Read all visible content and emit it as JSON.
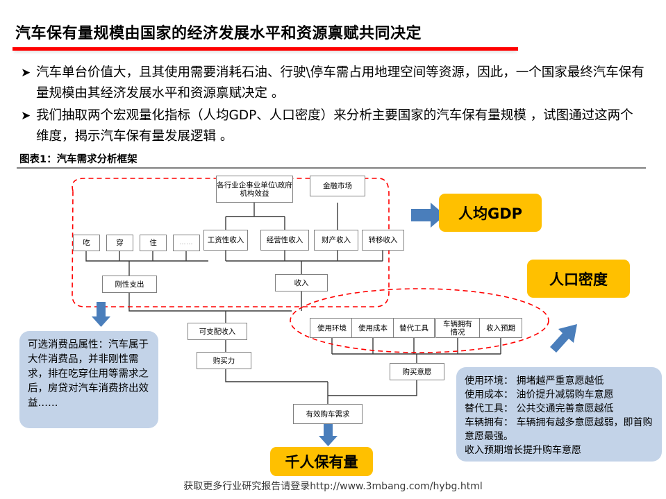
{
  "slide": {
    "title": "汽车保有量规模由国家的经济发展水平和资源禀赋共同决定",
    "bullets": [
      {
        "marker": "➤",
        "text": "汽车单台价值大，且其使用需要消耗石油、行驶\\停车需占用地理空间等资源，因此，一个国家最终汽车保有量规模由其经济发展水平和资源禀赋决定 。"
      },
      {
        "marker": "➤",
        "text": "我们抽取两个宏观量化指标（人均GDP、人口密度）来分析主要国家的汽车保有量规模 ，试图通过这两个维度，揭示汽车保有量发展逻辑 。"
      }
    ],
    "figure_title": "图表1：汽车需求分析框架",
    "footer": "获取更多行业研究报告请登录http://www.3mbang.com/hybg.html"
  },
  "colors": {
    "title_rule": "#ff0000",
    "figure_rule": "#808080",
    "highlight_box": "#ffc000",
    "note_bubble": "#c3d3e8",
    "arrow_blue": "#4a7ebb",
    "dashed_group": "#ff0000",
    "node_border": "#808080"
  },
  "diagram": {
    "nodes": {
      "eat": "吃",
      "wear": "穿",
      "live": "住",
      "etc": "……",
      "rigid_expense": "刚性支出",
      "enterprise_benefit": "各行业企事业单位\\政府机构效益",
      "financial_market": "金融市场",
      "wage_income": "工资性收入",
      "operating_income": "经营性收入",
      "property_income": "财产收入",
      "transfer_income": "转移收入",
      "income": "收入",
      "disposable_income": "可支配收入",
      "purchasing_power": "购买力",
      "use_environment": "使用环境",
      "use_cost": "使用成本",
      "substitute_tool": "替代工具",
      "vehicle_ownership": "车辆拥有\n情况",
      "income_expectation": "收入预期",
      "purchase_intention": "购买意愿",
      "effective_demand": "有效购车需求"
    },
    "highlights": {
      "gdp_per_capita": "人均GDP",
      "population_density": "人口密度",
      "ownership_per_thousand": "千人保有量"
    },
    "notes": {
      "left": "可选消费品属性：汽车属于大件消费品，并非刚性需求，排在吃穿住用等需求之后，房贷对汽车消费挤出效益……",
      "right": "使用环境： 拥堵越严重意愿越低\n使用成本： 油价提升减弱购车意愿\n替代工具： 公共交通完善意愿越低\n车辆拥有： 车辆拥有越多意愿越弱，即首购意愿最强。\n收入预期增长提升购车意愿"
    }
  }
}
